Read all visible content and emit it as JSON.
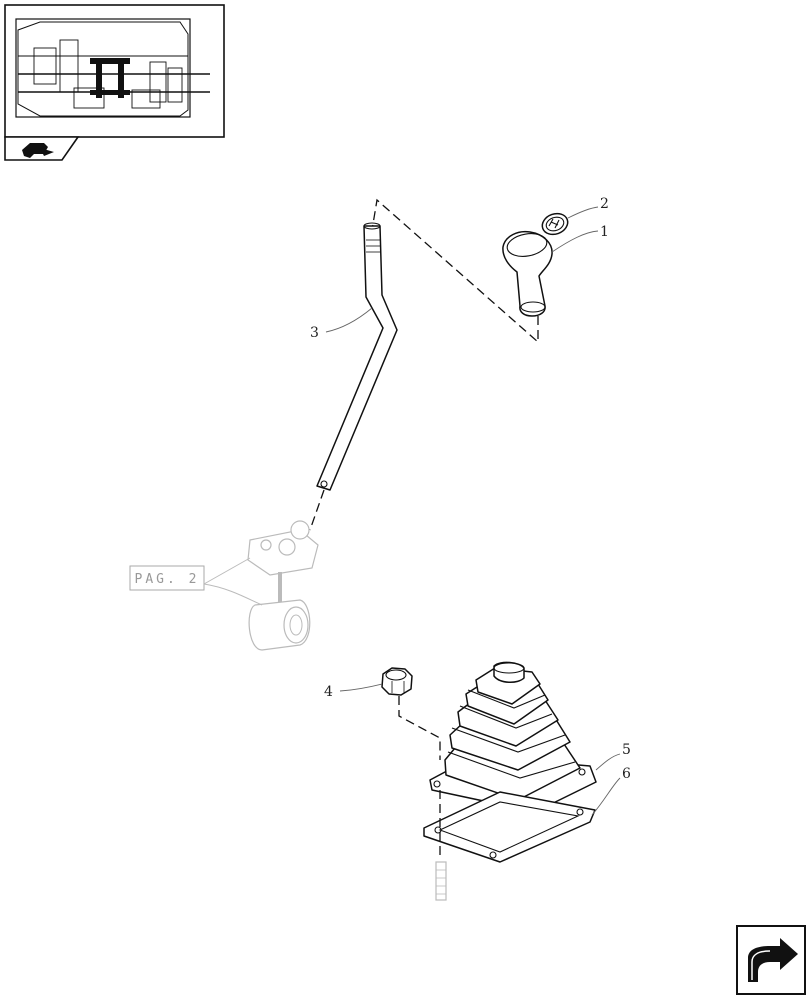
{
  "callouts": [
    {
      "id": "1",
      "label": "1"
    },
    {
      "id": "2",
      "label": "2"
    },
    {
      "id": "3",
      "label": "3"
    },
    {
      "id": "4",
      "label": "4"
    },
    {
      "id": "5",
      "label": "5"
    },
    {
      "id": "6",
      "label": "6"
    }
  ],
  "reference": {
    "label": "PAG. 2"
  },
  "colors": {
    "line": "#111111",
    "ghost": "#bbbbbb",
    "background": "#ffffff"
  },
  "icons": {
    "thumbnail": "transmission-thumbnail-icon",
    "section": "tractor-section-icon",
    "next_page": "next-page-arrow-icon"
  }
}
